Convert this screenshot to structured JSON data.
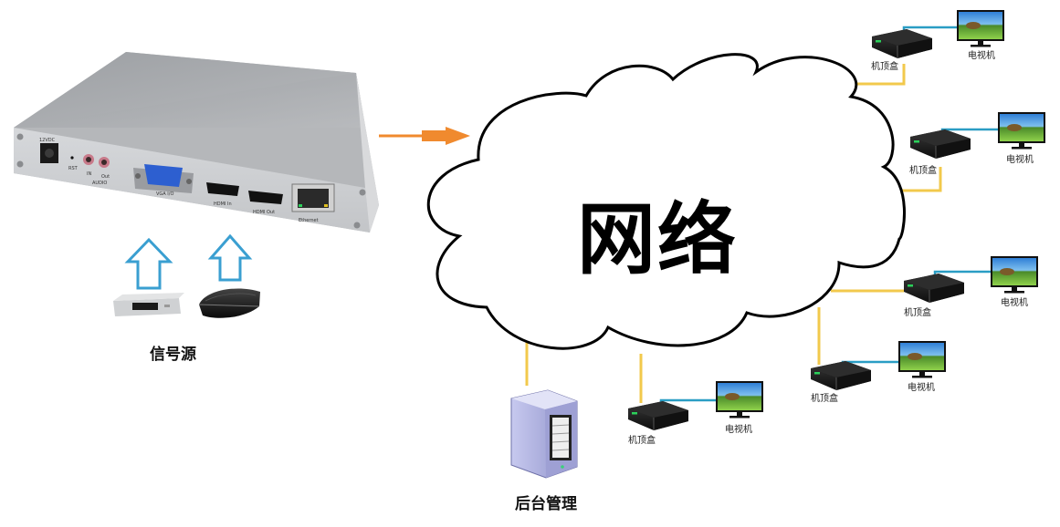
{
  "diagram": {
    "title": "网络",
    "source": {
      "label": "信号源",
      "devices": [
        "dvd-player",
        "game-console"
      ]
    },
    "encoder_device": {
      "ports": [
        "12VDC",
        "RST",
        "IN",
        "Out",
        "AUDIO",
        "VGA I/O",
        "HDMI In",
        "HDMI Out",
        "Ethernet"
      ]
    },
    "backend": {
      "label": "后台管理"
    },
    "endpoints": [
      {
        "stb_label": "机顶盒",
        "tv_label": "电视机"
      },
      {
        "stb_label": "机顶盒",
        "tv_label": "电视机"
      },
      {
        "stb_label": "机顶盒",
        "tv_label": "电视机"
      },
      {
        "stb_label": "机顶盒",
        "tv_label": "电视机"
      },
      {
        "stb_label": "机顶盒",
        "tv_label": "电视机"
      }
    ],
    "colors": {
      "arrow_orange": "#f08a2e",
      "arrow_blue_outline": "#3a9fd1",
      "network_cable": "#f2c94c",
      "video_cable": "#2a9dc4",
      "cloud_stroke": "#000000"
    }
  }
}
